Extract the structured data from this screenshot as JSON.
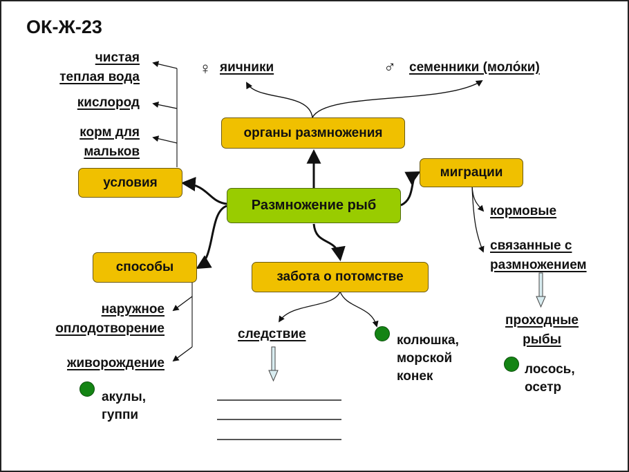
{
  "title": "ОК-Ж-23",
  "central": {
    "label": "Размножение рыб"
  },
  "nodes": {
    "organs": "органы размножения",
    "migrations": "миграции",
    "conditions": "условия",
    "methods": "способы",
    "care": "забота о потомстве"
  },
  "organs_children": {
    "female_symbol": "♀",
    "female": "яичники",
    "male_symbol": "♂",
    "male": "семенники (моло́ки)"
  },
  "conditions_children": [
    {
      "lines": [
        "чистая",
        "теплая вода"
      ]
    },
    {
      "lines": [
        "кислород"
      ]
    },
    {
      "lines": [
        "корм для",
        "мальков"
      ]
    }
  ],
  "methods_children": [
    {
      "lines": [
        "наружное",
        "оплодотворение"
      ]
    },
    {
      "lines": [
        "живорождение"
      ]
    }
  ],
  "methods_example": [
    "акулы,",
    "гуппи"
  ],
  "migrations_children": [
    {
      "lines": [
        "кормовые"
      ]
    },
    {
      "lines": [
        "связанные с",
        "размножением"
      ]
    }
  ],
  "migrations_result": [
    "проходные",
    "рыбы"
  ],
  "migrations_example": [
    "лосось,",
    "осетр"
  ],
  "care_children": {
    "consequence": "следствие",
    "example": [
      "колюшка,",
      "морской",
      "конек"
    ],
    "blank_lines": 3
  },
  "colors": {
    "topic_box": "#f0c000",
    "central_box": "#99cc00",
    "example_dot": "#148414"
  }
}
